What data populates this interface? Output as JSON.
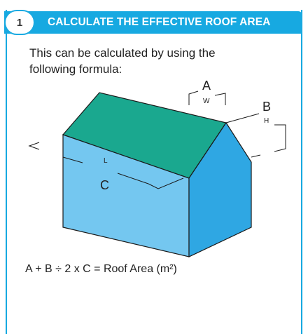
{
  "header": {
    "step_number": "1",
    "title": "CALCULATE THE EFFECTIVE ROOF AREA"
  },
  "intro_text": "This can be calculated by using the following formula:",
  "diagram": {
    "label_a": "A",
    "label_w": "W",
    "label_b": "B",
    "label_h": "H",
    "label_l": "L",
    "label_c": "C",
    "colors": {
      "roof": "#1aa88f",
      "front_wall": "#74c7f0",
      "gable_wall": "#2fa7e3",
      "outline": "#1a1a1a"
    }
  },
  "formula": "A + B ÷ 2 x C = Roof Area (m²)"
}
